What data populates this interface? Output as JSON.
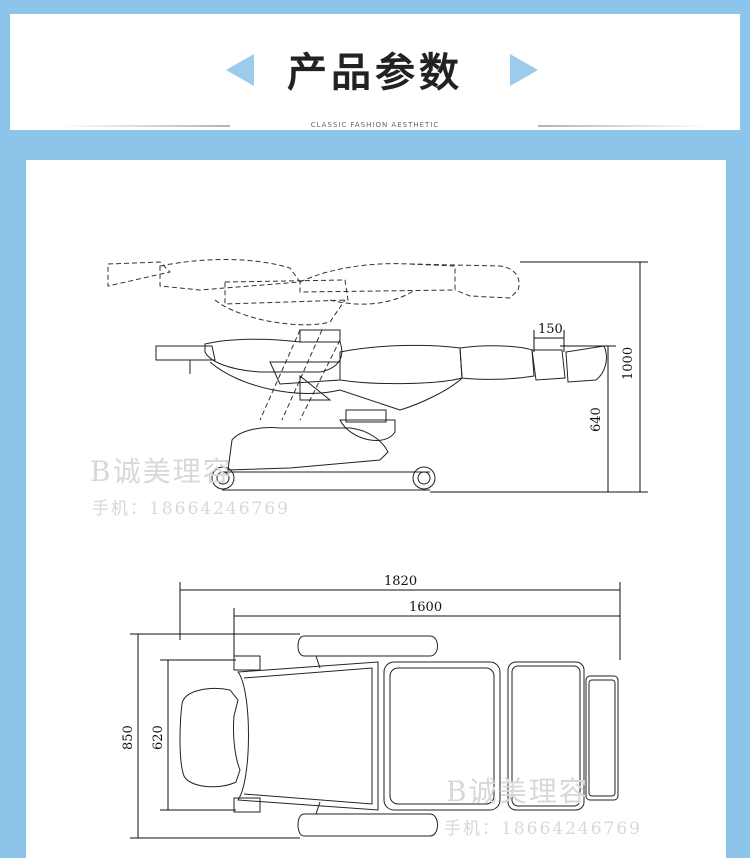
{
  "header": {
    "title": "产品参数",
    "subtitle": "CLASSIC FASHION AESTHETIC",
    "accent_color": "#8dc4ea"
  },
  "diagram": {
    "side_view": {
      "dim_total_height": "1000",
      "dim_seat_height": "640",
      "dim_footrest": "150"
    },
    "top_view": {
      "dim_total_length": "1820",
      "dim_body_length": "1600",
      "dim_total_width": "850",
      "dim_body_width": "620"
    }
  },
  "watermarks": [
    {
      "brand": "B诚美理容",
      "phone": "手机：18664246769"
    },
    {
      "brand": "B诚美理容",
      "phone": "手机：18664246769"
    }
  ]
}
